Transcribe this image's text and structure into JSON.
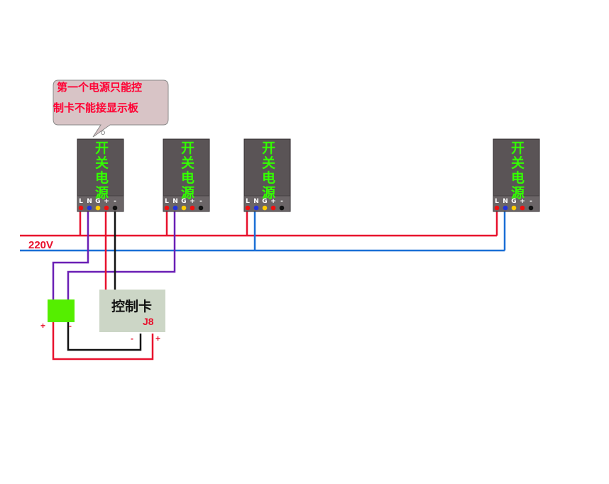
{
  "callout": {
    "line1": "第一个电源只能控",
    "line2": "制卡不能接显示板"
  },
  "psu": {
    "title_chars": [
      "开",
      "关",
      "电",
      "源"
    ],
    "terminals": [
      "L",
      "N",
      "G",
      "+",
      "-"
    ],
    "terminal_colors": [
      "#ee1111",
      "#2233dd",
      "#ffcc00",
      "#ee1111",
      "#111111"
    ],
    "count": 4
  },
  "mains": {
    "label": "220V"
  },
  "control_card": {
    "title": "控制卡",
    "id": "J8"
  },
  "polarity": {
    "plus": "+",
    "minus": "-"
  },
  "wire_colors": {
    "L": "#e8112d",
    "N": "#1a6fd6",
    "purple": "#6a1fb5",
    "black": "#111111"
  },
  "colors": {
    "psu_body": "#5a5456",
    "module": "#55ee00",
    "card_bg": "#ccd6c6",
    "callout_bg": "#d8c4c6"
  }
}
